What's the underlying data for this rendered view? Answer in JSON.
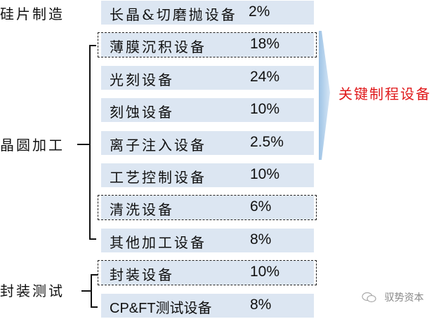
{
  "stages": [
    {
      "label": "硅片制造"
    },
    {
      "label": "晶圆加工"
    },
    {
      "label": "封装测试"
    }
  ],
  "equipment": [
    {
      "name": "长晶&切磨抛设备",
      "share": "2%",
      "stage": "硅片制造",
      "highlighted": false
    },
    {
      "name": "薄膜沉积设备",
      "share": "18%",
      "stage": "晶圆加工",
      "highlighted": true
    },
    {
      "name": "光刻设备",
      "share": "24%",
      "stage": "晶圆加工",
      "highlighted": false
    },
    {
      "name": "刻蚀设备",
      "share": "10%",
      "stage": "晶圆加工",
      "highlighted": false
    },
    {
      "name": "离子注入设备",
      "share": "2.5%",
      "stage": "晶圆加工",
      "highlighted": false
    },
    {
      "name": "工艺控制设备",
      "share": "10%",
      "stage": "晶圆加工",
      "highlighted": false
    },
    {
      "name": "清洗设备",
      "share": "6%",
      "stage": "晶圆加工",
      "highlighted": true
    },
    {
      "name": "其他加工设备",
      "share": "8%",
      "stage": "晶圆加工",
      "highlighted": false
    },
    {
      "name": "封装设备",
      "share": "10%",
      "stage": "封装测试",
      "highlighted": true
    },
    {
      "name": "CP&FT测试设备",
      "share": "8%",
      "stage": "封装测试",
      "highlighted": false
    }
  ],
  "callout": {
    "label": "关键制程设备",
    "color": "#e0191b"
  },
  "watermark": {
    "icon": "wechat-icon",
    "text": "驭势资本"
  },
  "colors": {
    "box_fill": "#dce6f2",
    "arrow_fill": "#bdd7ee",
    "text": "#111111"
  }
}
